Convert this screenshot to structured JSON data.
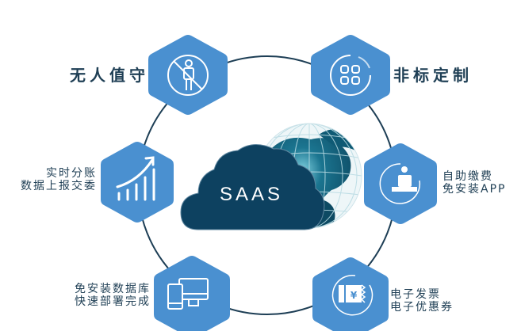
{
  "diagram": {
    "center": {
      "label": "SAAS",
      "cloud_color": "#0d4160",
      "globe_color": "#0f5a74"
    },
    "ring_color": "#1d3e55",
    "hex_color": "#4a90d0",
    "nodes": [
      {
        "id": "unattended",
        "icon": "no-person-icon",
        "lines": [
          "无人值守"
        ]
      },
      {
        "id": "custom",
        "icon": "grid-apps-icon",
        "lines": [
          "非标定制"
        ]
      },
      {
        "id": "split",
        "icon": "growth-chart-icon",
        "lines": [
          "实时分账",
          "数据上报交委"
        ]
      },
      {
        "id": "selfpay",
        "icon": "user-desk-icon",
        "lines": [
          "自助缴费",
          "免安装APP"
        ]
      },
      {
        "id": "deploy",
        "icon": "devices-icon",
        "lines": [
          "免安装数据库",
          "快速部署完成"
        ]
      },
      {
        "id": "invoice",
        "icon": "ticket-yen-icon",
        "lines": [
          "电子发票",
          "电子优惠券"
        ]
      }
    ]
  }
}
